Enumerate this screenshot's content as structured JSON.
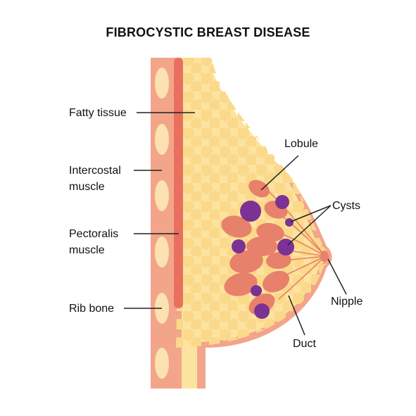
{
  "title": "FIBROCYSTIC BREAST DISEASE",
  "labels": {
    "fatty_tissue": "Fatty tissue",
    "intercostal_line1": "Intercostal",
    "intercostal_line2": "muscle",
    "pectoralis_line1": "Pectoralis",
    "pectoralis_line2": "muscle",
    "rib_bone": "Rib bone",
    "lobule": "Lobule",
    "cysts": "Cysts",
    "nipple": "Nipple",
    "duct": "Duct"
  },
  "colors": {
    "skin": "#f2a58a",
    "fat": "#fde3a0",
    "fat_cells": "#fbd98a",
    "rib": "#fce2b0",
    "pectoral_muscle": "#e9705e",
    "lobule": "#e8816b",
    "cyst": "#7b3294",
    "leader_line": "#222222"
  }
}
